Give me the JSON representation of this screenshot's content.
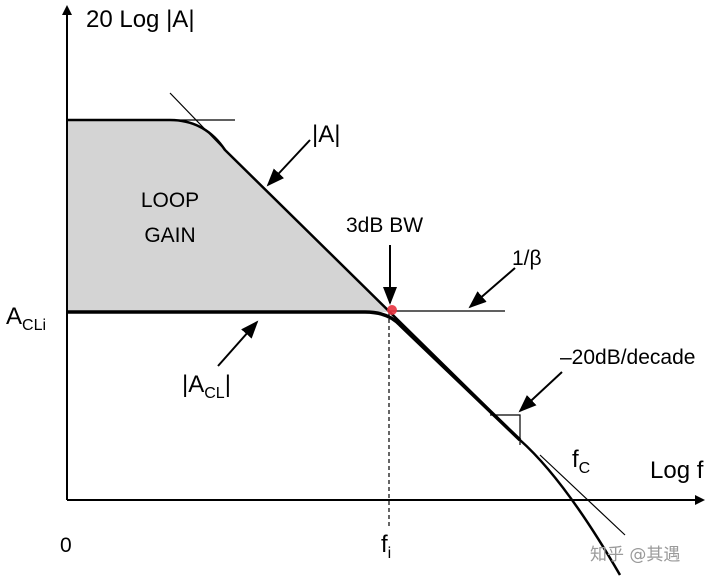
{
  "diagram": {
    "y_axis_label": "20 Log |A|",
    "x_axis_label": "Log f",
    "origin_label": "0",
    "shaded_label_line1": "LOOP",
    "shaded_label_line2": "GAIN",
    "open_loop_label": "|A|",
    "bandwidth_label": "3dB BW",
    "feedback_label": "1/β",
    "slope_label": "–20dB/decade",
    "acl_level": {
      "main": "A",
      "sub": "CLi"
    },
    "closed_loop_label": {
      "prefix": "|A",
      "sub": "CL",
      "suffix": "|"
    },
    "fi_label": {
      "main": "f",
      "sub": "i"
    },
    "fc_label": {
      "main": "f",
      "sub": "C"
    },
    "watermark": "知乎 @其遇"
  },
  "colors": {
    "loop_gain_fill": "#d4d4d4",
    "curve": "#000000",
    "intersection_marker": "#e8333f",
    "watermark": "#9a9a9a"
  }
}
